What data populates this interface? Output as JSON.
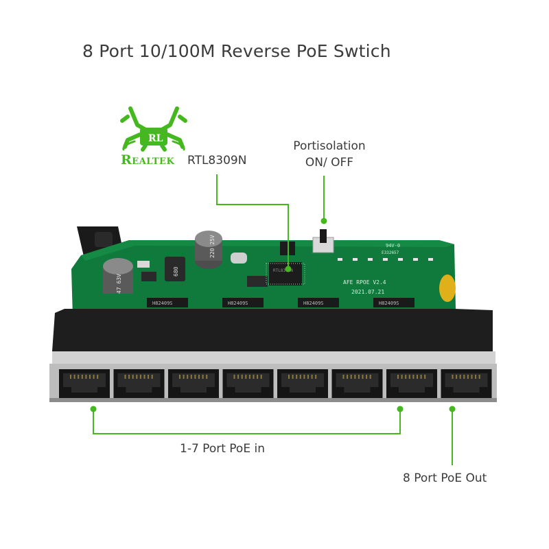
{
  "title": "8 Port 10/100M Reverse PoE Swtich",
  "realtek": {
    "brand": "Realtek",
    "chip": "RTL8309N"
  },
  "switch_label": {
    "line1": "Portisolation",
    "line2": "ON/ OFF"
  },
  "ports_in_label": "1-7 Port PoE in",
  "port_out_label": "8 Port PoE Out",
  "board": {
    "silkscreen": [
      "AFE RPOE V2.4",
      "2021.07.21"
    ],
    "transformer_text": "H82409S",
    "capacitor_text": "220 25V",
    "capacitor2_text": "47 63V",
    "inductor_text": "680",
    "cert_text": "94V-0",
    "cert_code": "E332657"
  },
  "port_count": 8,
  "colors": {
    "leader": "#45b81f",
    "pcb": "#0f7a3c",
    "housing": "#1e1e1e",
    "metal": "#c4c4c4"
  }
}
